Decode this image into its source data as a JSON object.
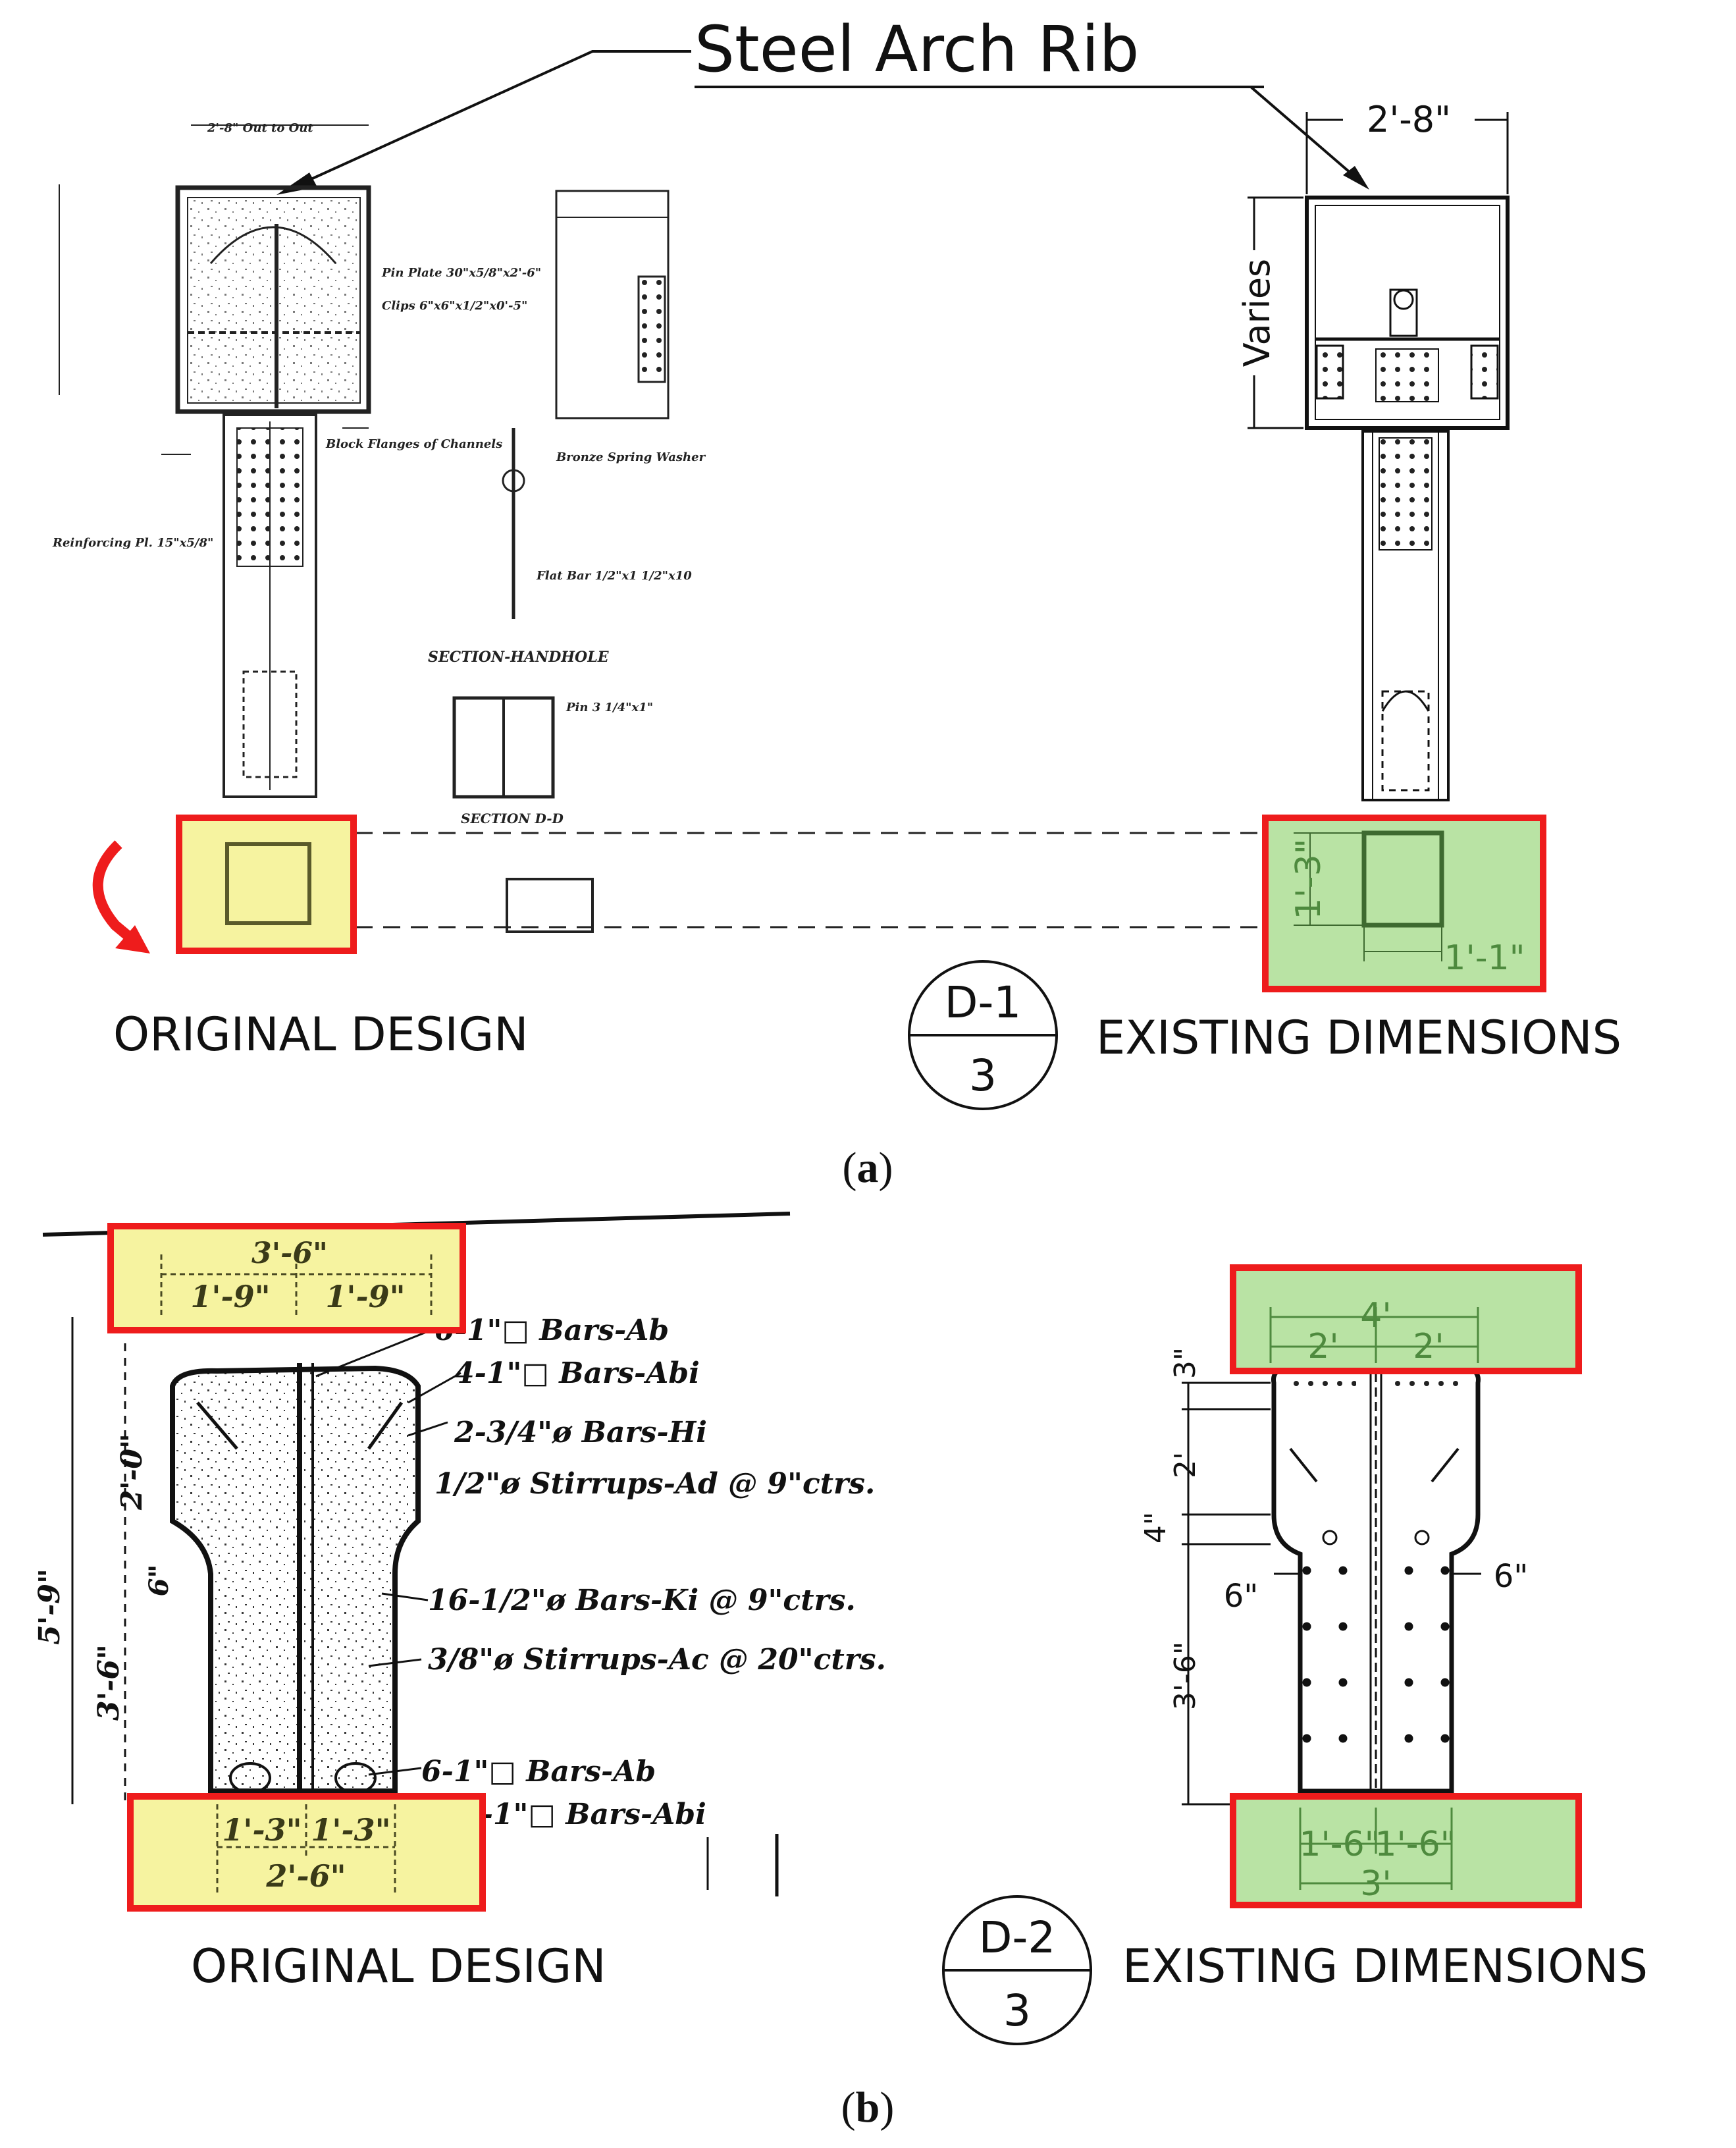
{
  "panel_a": {
    "title_label": "Steel Arch Rib",
    "original_design_label": "ORIGINAL DESIGN",
    "existing_dimensions_label": "EXISTING DIMENSIONS",
    "section_marker": {
      "top": "D-1",
      "bottom": "3"
    },
    "dims": {
      "width": "2'-8\"",
      "height": "Varies",
      "box_h": "1'-3\"",
      "box_w": "1'-1\""
    },
    "caption": "a"
  },
  "panel_b": {
    "original_design_label": "ORIGINAL DESIGN",
    "existing_dimensions_label": "EXISTING DIMENSIONS",
    "section_marker": {
      "top": "D-2",
      "bottom": "3"
    },
    "orig_dims": {
      "top_total": "3'-6\"",
      "top_left": "1'-9\"",
      "top_right": "1'-9\"",
      "total_h": "5'-9\"",
      "upper_h": "2'-0\"",
      "mid_h": "6\"",
      "lower_h": "3'-6\"",
      "bot_left": "1'-3\"",
      "bot_right": "1'-3\"",
      "bot_total": "2'-6\""
    },
    "rebar_notes": [
      "6-1\"□ Bars-Ab",
      "4-1\"□ Bars-Abi",
      "2-3/4\"ø Bars-Hi",
      "1/2\"ø Stirrups-Ad @ 9\"ctrs.",
      "16-1/2\"ø Bars-Ki @ 9\"ctrs.",
      "3/8\"ø Stirrups-Ac @ 20\"ctrs.",
      "6-1\"□ Bars-Ab",
      "4-1\"□ Bars-Abi"
    ],
    "exist_dims": {
      "top_total": "4'",
      "top_left": "2'",
      "top_right": "2'",
      "h_3": "3\"",
      "h_2": "2'",
      "h_4": "4\"",
      "w_6_left": "6\"",
      "w_6_right": "6\"",
      "h_36": "3'-6\"",
      "bot_left": "1'-6\"",
      "bot_right": "1'-6\"",
      "bot_total": "3'"
    },
    "caption": "b"
  },
  "colors": {
    "highlight_yellow": "#f6f3a0",
    "highlight_green": "#b9e3a4",
    "frame_red": "#ee1c1c",
    "ink": "#1a1a1a",
    "dim_green": "#4e8a3e"
  }
}
